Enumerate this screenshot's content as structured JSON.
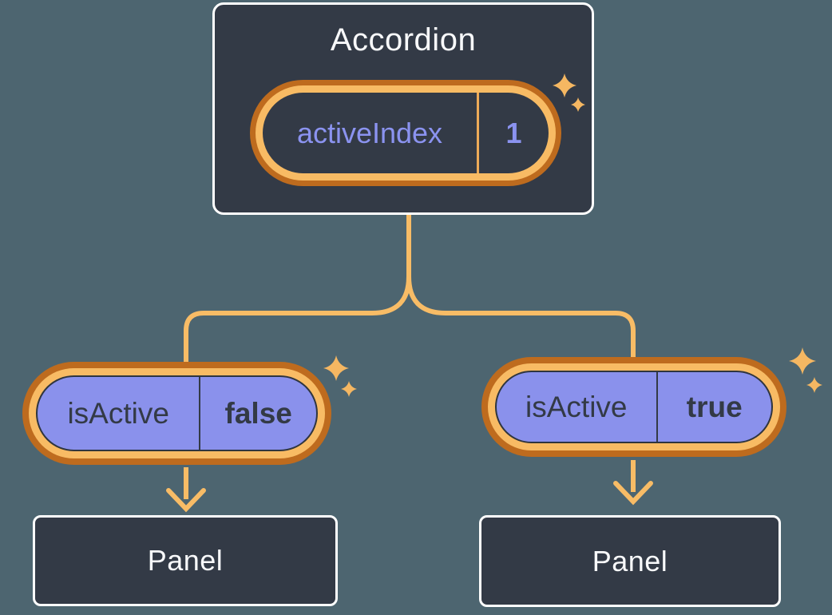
{
  "root_component": {
    "name": "Accordion",
    "state": {
      "label": "activeIndex",
      "value": "1"
    }
  },
  "children": [
    {
      "prop": {
        "label": "isActive",
        "value": "false"
      },
      "child_component": {
        "name": "Panel"
      }
    },
    {
      "prop": {
        "label": "isActive",
        "value": "true"
      },
      "child_component": {
        "name": "Panel"
      }
    }
  ],
  "icons": {
    "sparkle": "sparkle-icon"
  },
  "colors": {
    "background": "#4D6570",
    "component_fill": "#333A46",
    "component_border": "#FFFFFF",
    "component_text": "#F8F9FB",
    "ring_outer_orange": "#BE6B1E",
    "ring_inner_orange": "#F8BB64",
    "connector_orange": "#F8BC66",
    "state_text_purple": "#8B93F0",
    "prop_fill_purple": "#8A91EC",
    "prop_text_dark": "#333A46",
    "sparkle_gold": "#F5B762"
  }
}
